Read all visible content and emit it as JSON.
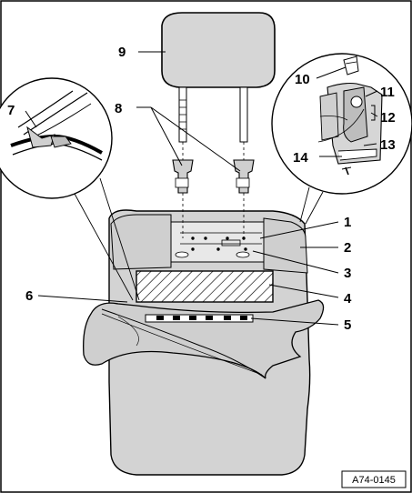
{
  "figure_ref": "A74-0145",
  "callouts": {
    "c1": "1",
    "c2": "2",
    "c3": "3",
    "c4": "4",
    "c5": "5",
    "c6": "6",
    "c7": "7",
    "c8": "8",
    "c9": "9",
    "c10": "10",
    "c11": "11",
    "c12": "12",
    "c13": "13",
    "c14": "14"
  },
  "colors": {
    "line": "#000000",
    "seat_fill": "#d6d6d6",
    "upholstery_fill": "#cfcfcf",
    "foam_fill": "#ffffff",
    "frame_fill": "#bdbdbd"
  },
  "icons": [
    "headrest",
    "headrest-guide",
    "backrest-frame",
    "backrest-cover",
    "detail-magnifier-left",
    "detail-magnifier-right"
  ]
}
